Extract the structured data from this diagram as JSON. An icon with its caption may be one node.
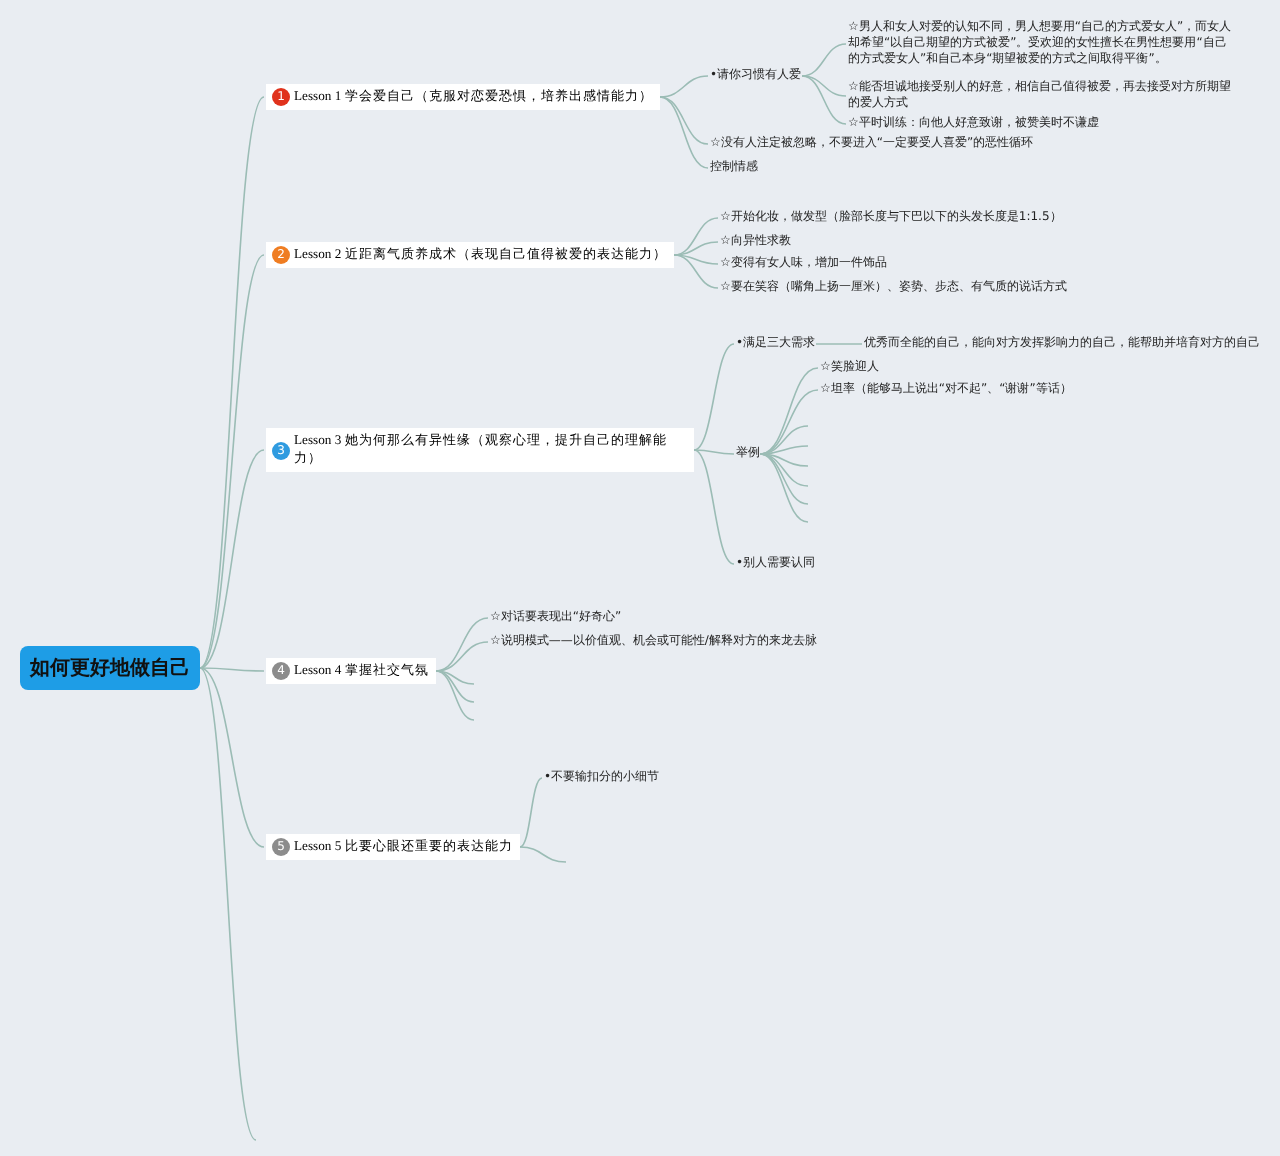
{
  "diagram": {
    "nodes": [
      {
        "text": [
          "如何更好地做自己"
        ]
      },
      {
        "text": [
          "1",
          "Lesson 1 学会爱自己（克服对恋爱恐惧，培养出感情能力）"
        ]
      },
      {
        "text": [
          "•请你习惯有人爱"
        ]
      },
      {
        "text": [
          "☆男人和女人对爱的认知不同，男人想要用“自己的方式爱女人”，而女人却希望“以自己期望的方式被爱”。受欢迎的女性擅长在男性想要用“自己的方式爱女人”和自己本身“期望被爱的方式之间取得平衡”。"
        ]
      },
      {
        "text": [
          "☆能否坦诚地接受别人的好意，相信自己值得被爱，再去接受对方所期望的爱人方式"
        ]
      },
      {
        "text": [
          "☆平时训练：向他人好意致谢，被赞美时不谦虚"
        ]
      },
      {
        "text": [
          "☆没有人注定被忽略，不要进入“一定要受人喜爱”的恶性循环"
        ]
      },
      {
        "text": [
          "控制情感"
        ]
      },
      {
        "text": [
          "2",
          "Lesson 2 近距离气质养成术（表现自己值得被爱的表达能力）"
        ]
      },
      {
        "text": [
          "☆开始化妆，做发型（脸部长度与下巴以下的头发长度是1:1.5）"
        ]
      },
      {
        "text": [
          "☆向异性求教"
        ]
      },
      {
        "text": [
          "☆变得有女人味，增加一件饰品"
        ]
      },
      {
        "text": [
          "☆要在笑容（嘴角上扬一厘米）、姿势、步态、有气质的说话方式"
        ]
      },
      {
        "text": [
          "3",
          "Lesson 3 她为何那么有异性缘（观察心理，提升自己的理解能力）"
        ]
      },
      {
        "text": [
          "•满足三大需求"
        ]
      },
      {
        "text": [
          "优秀而全能的自己，能向对方发挥影响力的自己，能帮助并培育对方的自己"
        ]
      },
      {
        "text": [
          "举例"
        ]
      },
      {
        "text": [
          "☆笑脸迎人"
        ]
      },
      {
        "text": [
          "☆坦率（能够马上说出“对不起”、“谢谢”等话）"
        ]
      },
      {
        "text": [
          "•别人需要认同"
        ]
      },
      {
        "text": [
          "4",
          "Lesson 4 掌握社交气氛"
        ]
      },
      {
        "text": [
          "☆对话要表现出“好奇心”"
        ]
      },
      {
        "text": [
          "☆说明模式——以价值观、机会或可能性/解释对方的来龙去脉"
        ]
      },
      {
        "text": [
          "5",
          "Lesson 5 比要心眼还重要的表达能力"
        ]
      },
      {
        "text": [
          "•不要输扣分的小细节"
        ]
      }
    ],
    "edges": [
      {
        "from": 0,
        "to": 1,
        "arrow": "none"
      },
      {
        "from": 0,
        "to": 8,
        "arrow": "none"
      },
      {
        "from": 0,
        "to": 13,
        "arrow": "none"
      },
      {
        "from": 0,
        "to": 20,
        "arrow": "none"
      },
      {
        "from": 0,
        "to": 23,
        "arrow": "none"
      },
      {
        "from": 0,
        "to": null,
        "arrow": "none"
      },
      {
        "from": 1,
        "to": 2,
        "arrow": "none"
      },
      {
        "from": 1,
        "to": 6,
        "arrow": "none"
      },
      {
        "from": 1,
        "to": 7,
        "arrow": "none"
      },
      {
        "from": 2,
        "to": 3,
        "arrow": "none"
      },
      {
        "from": 2,
        "to": 4,
        "arrow": "none"
      },
      {
        "from": 2,
        "to": 5,
        "arrow": "none"
      },
      {
        "from": 8,
        "to": 9,
        "arrow": "none"
      },
      {
        "from": 8,
        "to": 10,
        "arrow": "none"
      },
      {
        "from": 8,
        "to": 11,
        "arrow": "none"
      },
      {
        "from": 8,
        "to": 12,
        "arrow": "none"
      },
      {
        "from": 13,
        "to": 14,
        "arrow": "none"
      },
      {
        "from": 13,
        "to": 16,
        "arrow": "none"
      },
      {
        "from": 13,
        "to": 19,
        "arrow": "none"
      },
      {
        "from": 14,
        "to": 15,
        "arrow": "none"
      },
      {
        "from": 16,
        "to": 17,
        "arrow": "none"
      },
      {
        "from": 16,
        "to": 18,
        "arrow": "none"
      },
      {
        "from": 16,
        "to": null,
        "arrow": "none"
      },
      {
        "from": 16,
        "to": null,
        "arrow": "none"
      },
      {
        "from": 16,
        "to": null,
        "arrow": "none"
      },
      {
        "from": 16,
        "to": null,
        "arrow": "none"
      },
      {
        "from": 20,
        "to": 21,
        "arrow": "none"
      },
      {
        "from": 20,
        "to": 22,
        "arrow": "none"
      },
      {
        "from": 20,
        "to": null,
        "arrow": "none"
      },
      {
        "from": 20,
        "to": null,
        "arrow": "none"
      },
      {
        "from": 23,
        "to": 24,
        "arrow": "none"
      },
      {
        "from": 23,
        "to": null,
        "arrow": "none"
      }
    ]
  }
}
